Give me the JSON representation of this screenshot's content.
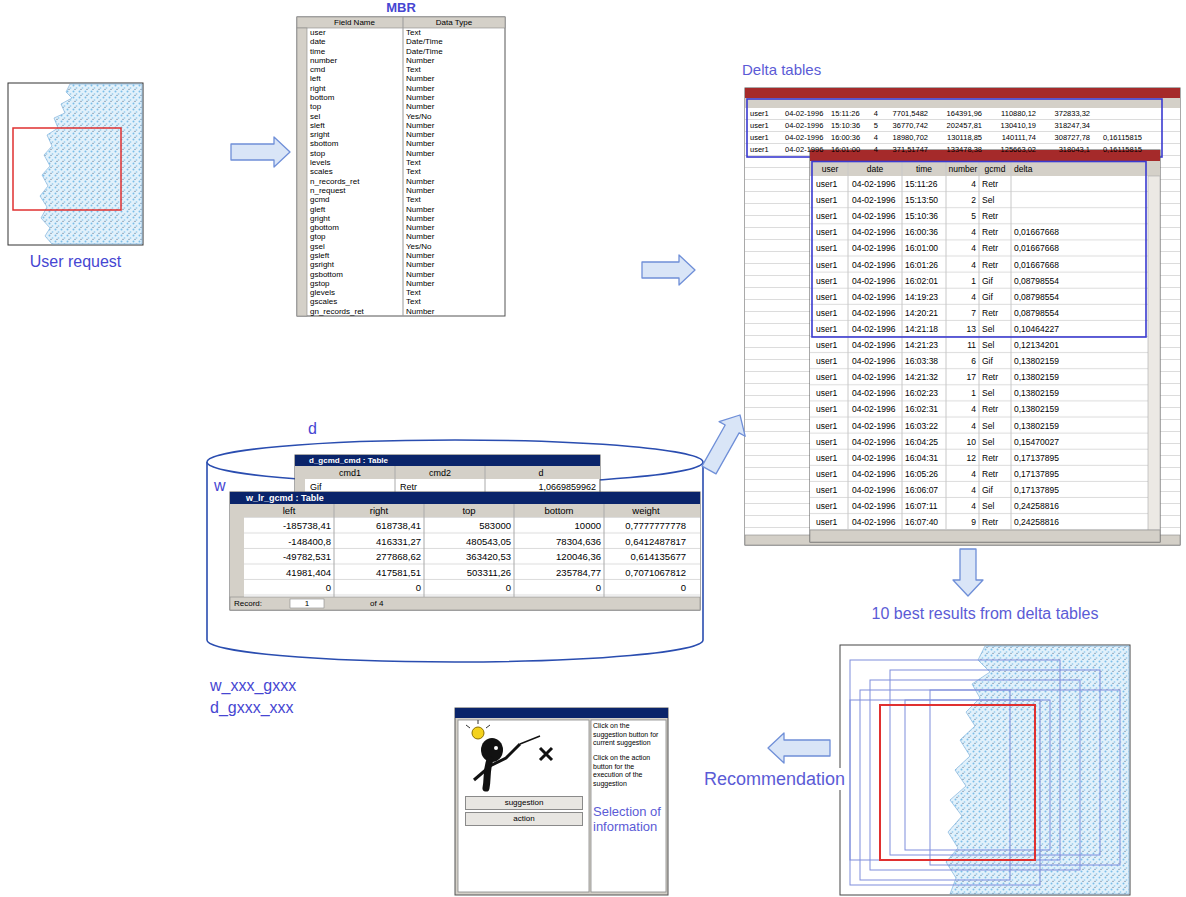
{
  "diagram": {
    "nodes": [
      {
        "text": [
          "User request"
        ]
      },
      {
        "text": [
          "MBR"
        ]
      },
      {
        "text": [
          "Delta tables"
        ]
      },
      {
        "text": [
          "w_xxx_gxxx",
          "d_gxxx_xxx"
        ]
      },
      {
        "text": [
          "d_gcmd_cmd : Table"
        ],
        "in": 3
      },
      {
        "text": [
          "w_lr_gcmd : Table"
        ],
        "in": 3
      },
      {
        "text": [
          "10 best results from delta tables"
        ]
      },
      {
        "text": [
          "Click on the suggestion button for current suggestion",
          "Click on the action button for the execution of the suggestion",
          "Selection of information"
        ]
      },
      {
        "text": [
          "suggestion"
        ],
        "in": 7
      },
      {
        "text": [
          "action"
        ],
        "in": 7
      }
    ],
    "edges": [
      {
        "from": 0,
        "to": 1,
        "arrow": "to"
      },
      {
        "from": 1,
        "to": 2,
        "arrow": "to"
      },
      {
        "from": 3,
        "to": 2,
        "arrow": "to"
      },
      {
        "from": 2,
        "to": 6,
        "arrow": "to"
      },
      {
        "from": 6,
        "to": 7,
        "label": "Recommendation",
        "arrow": "to"
      }
    ],
    "labels": [
      "Field Name",
      "Data Type",
      "user",
      "Text",
      "date",
      "Date/Time",
      "time",
      "Date/Time",
      "number",
      "Number",
      "cmd",
      "Text",
      "left",
      "Number",
      "right",
      "Number",
      "bottom",
      "Number",
      "top",
      "Number",
      "sel",
      "Yes/No",
      "sleft",
      "Number",
      "sright",
      "Number",
      "sbottom",
      "Number",
      "stop",
      "Number",
      "levels",
      "Text",
      "scales",
      "Text",
      "n_records_ret",
      "Number",
      "n_request",
      "Number",
      "gcmd",
      "Text",
      "gleft",
      "Number",
      "gright",
      "Number",
      "gbottom",
      "Number",
      "gtop",
      "Number",
      "gsel",
      "Yes/No",
      "gsleft",
      "Number",
      "gsright",
      "Number",
      "gsbottom",
      "Number",
      "gstop",
      "Number",
      "glevels",
      "Text",
      "gscales",
      "Text",
      "gn_records_ret",
      "Number",
      "user1",
      "04-02-1996",
      "15:11:26",
      "4",
      "7701,5482",
      "164391,96",
      "110880,12",
      "372833,32",
      "user1",
      "04-02-1996",
      "15:10:36",
      "5",
      "36770,742",
      "202457,81",
      "130410,19",
      "318247,34",
      "user1",
      "04-02-1996",
      "16:00:36",
      "4",
      "18980,702",
      "130118,85",
      "140111,74",
      "308727,78",
      "0,16115815",
      "user1",
      "04-02-1996",
      "16:01:00",
      "4",
      "371,51747",
      "133478,38",
      "125663,02",
      "318043,1",
      "0,16115815",
      "user",
      "date",
      "time",
      "number",
      "gcmd",
      "delta",
      "user1",
      "04-02-1996",
      "15:11:26",
      "4",
      "Retr",
      "user1",
      "04-02-1996",
      "15:13:50",
      "2",
      "Sel",
      "user1",
      "04-02-1996",
      "15:10:36",
      "5",
      "Retr",
      "user1",
      "04-02-1996",
      "16:00:36",
      "4",
      "Retr",
      "0,01667668",
      "user1",
      "04-02-1996",
      "16:01:00",
      "4",
      "Retr",
      "0,01667668",
      "user1",
      "04-02-1996",
      "16:01:26",
      "4",
      "Retr",
      "0,01667668",
      "user1",
      "04-02-1996",
      "16:02:01",
      "1",
      "Gif",
      "0,08798554",
      "user1",
      "04-02-1996",
      "14:19:23",
      "4",
      "Gif",
      "0,08798554",
      "user1",
      "04-02-1996",
      "14:20:21",
      "7",
      "Retr",
      "0,08798554",
      "user1",
      "04-02-1996",
      "14:21:18",
      "13",
      "Sel",
      "0,10464227",
      "user1",
      "04-02-1996",
      "14:21:23",
      "11",
      "Sel",
      "0,12134201",
      "user1",
      "04-02-1996",
      "16:03:38",
      "6",
      "Gif",
      "0,13802159",
      "user1",
      "04-02-1996",
      "14:21:32",
      "17",
      "Retr",
      "0,13802159",
      "user1",
      "04-02-1996",
      "16:02:23",
      "1",
      "Sel",
      "0,13802159",
      "user1",
      "04-02-1996",
      "16:02:31",
      "4",
      "Retr",
      "0,13802159",
      "user1",
      "04-02-1996",
      "16:03:22",
      "4",
      "Sel",
      "0,13802159",
      "user1",
      "04-02-1996",
      "16:04:25",
      "10",
      "Sel",
      "0,15470027",
      "user1",
      "04-02-1996",
      "16:04:31",
      "12",
      "Retr",
      "0,17137895",
      "user1",
      "04-02-1996",
      "16:05:26",
      "4",
      "Retr",
      "0,17137895",
      "user1",
      "04-02-1996",
      "16:06:07",
      "4",
      "Gif",
      "0,17137895",
      "user1",
      "04-02-1996",
      "16:07:11",
      "4",
      "Sel",
      "0,24258816",
      "user1",
      "04-02-1996",
      "16:07:40",
      "9",
      "Retr",
      "0,24258816",
      "d",
      "cmd1",
      "cmd2",
      "d",
      "Gif",
      "Retr",
      "1,0669859962",
      "w",
      "left",
      "right",
      "top",
      "bottom",
      "weight",
      "-185738,41",
      "618738,41",
      "583000",
      "10000",
      "0,7777777778",
      "-148400,8",
      "416331,27",
      "480543,05",
      "78304,636",
      "0,6412487817",
      "-49782,531",
      "277868,62",
      "363420,53",
      "120046,36",
      "0,614135677",
      "41981,404",
      "417581,51",
      "503311,26",
      "235784,77",
      "0,7071067812",
      "0",
      "0",
      "0",
      "0",
      "0",
      "Record:",
      "1",
      "of 4"
    ]
  }
}
